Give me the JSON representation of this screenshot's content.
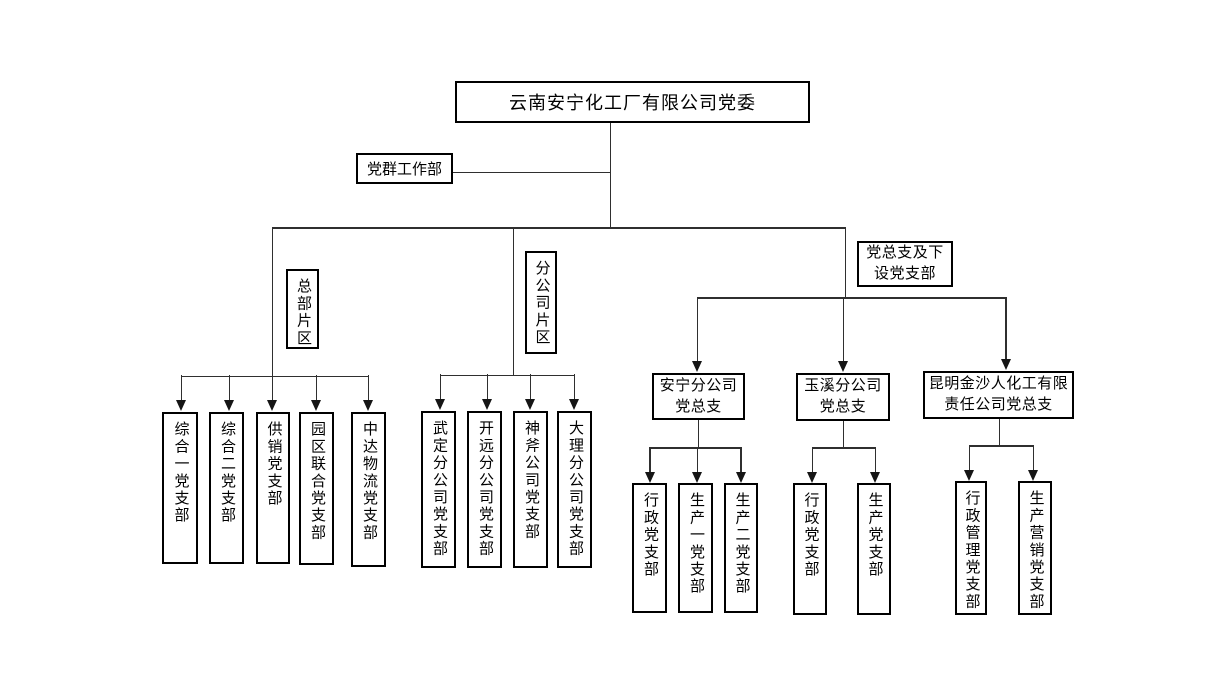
{
  "title": "云南安宁化工厂有限公司党委",
  "colors": {
    "background": "#ffffff",
    "line": "#2f2f2f",
    "border": "#000000",
    "text": "#000000"
  },
  "nodes": {
    "root": "云南安宁化工厂有限公司党委",
    "staff": "党群工作部",
    "hq_section_label": "总部片区",
    "branch_section_label": "分公司片区",
    "general_section_label": [
      "党总支及下",
      "设党支部"
    ],
    "hq_branches": [
      "综合一党支部",
      "综合二党支部",
      "供销党支部",
      "园区联合党支部",
      "中达物流党支部"
    ],
    "company_branches": [
      "武定分公司党支部",
      "开远分公司党支部",
      "神斧公司党支部",
      "大理分公司党支部"
    ],
    "general_branches": [
      {
        "name": [
          "安宁分公司",
          "党总支"
        ],
        "children": [
          "行政党支部",
          "生产一党支部",
          "生产二党支部"
        ]
      },
      {
        "name": [
          "玉溪分公司",
          "党总支"
        ],
        "children": [
          "行政党支部",
          "生产党支部"
        ]
      },
      {
        "name": [
          "昆明金沙人化工有限",
          "责任公司党总支"
        ],
        "children": [
          "行政管理党支部",
          "生产营销党支部"
        ]
      }
    ]
  }
}
